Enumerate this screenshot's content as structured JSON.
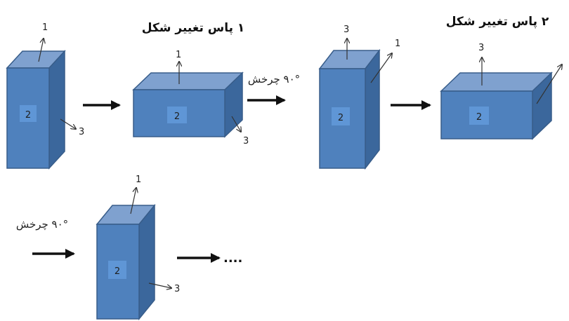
{
  "diagram": {
    "titles": {
      "pass1": "۱ پاس تغییر شکل",
      "pass2": "۲ پاس تغییر شکل"
    },
    "rotation_label": "۹۰° چرخش",
    "continuation": "....",
    "face_label": "2",
    "axis_labels": {
      "a1": "1",
      "a3": "3"
    }
  }
}
